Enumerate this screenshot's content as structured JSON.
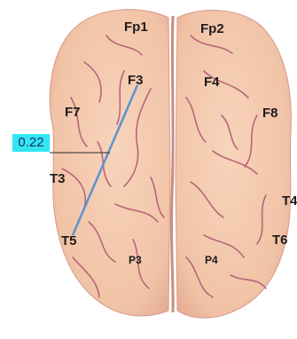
{
  "electrodes": {
    "fp1": "Fp1",
    "fp2": "Fp2",
    "f3": "F3",
    "f4": "F4",
    "f7": "F7",
    "f8": "F8",
    "t3": "T3",
    "t4": "T4",
    "t5": "T5",
    "t6": "T6",
    "p3": "P3",
    "p4": "P4"
  },
  "connection": {
    "from": "F3",
    "to": "T5",
    "value": "0.22"
  },
  "colors": {
    "brain": "#f3c8ac",
    "sulcus": "#b8667a",
    "line": "#5b93d3",
    "value_box": "#33e6f2"
  }
}
